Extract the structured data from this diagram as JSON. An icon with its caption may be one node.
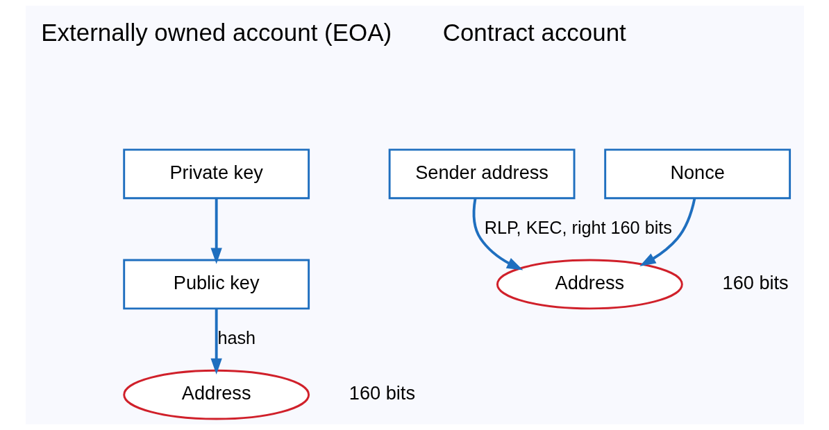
{
  "diagram": {
    "nodes": [
      {
        "text": [
          "Private key"
        ]
      },
      {
        "text": [
          "Public key"
        ]
      },
      {
        "text": [
          "Address"
        ],
        "beside": [
          "160 bits"
        ]
      },
      {
        "text": [
          "Sender address"
        ]
      },
      {
        "text": [
          "Nonce"
        ]
      },
      {
        "text": [
          "Address"
        ],
        "beside": [
          "160 bits"
        ]
      }
    ],
    "edges": [
      {
        "from": 0,
        "to": 1,
        "arrow": "to"
      },
      {
        "from": 1,
        "to": 2,
        "arrow": "to",
        "label": "hash"
      },
      {
        "from": 3,
        "to": 5,
        "arrow": "to",
        "label": "RLP, KEC, right 160 bits"
      },
      {
        "from": 4,
        "to": 5,
        "arrow": "to"
      }
    ],
    "labels": [
      "Externally owned account (EOA)",
      "Contract account"
    ]
  }
}
